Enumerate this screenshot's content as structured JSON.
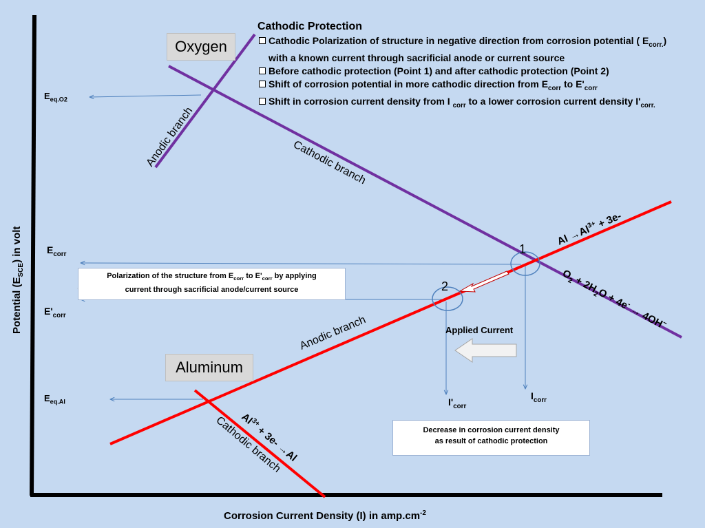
{
  "axes": {
    "x_title": "Corrosion Current Density (I) in amp.cm",
    "x_title_sup": "-2",
    "y_title_pre": "Potential  (E",
    "y_title_sub": "SCE",
    "y_title_post": ") in volt"
  },
  "y_labels": {
    "eq_o2": {
      "main": "E",
      "sub": "eq.O2"
    },
    "ecorr": {
      "main": "E",
      "sub": "corr"
    },
    "ecorr_prime": {
      "main": "E'",
      "sub": "corr"
    },
    "eq_al": {
      "main": "E",
      "sub": "eq.Al"
    }
  },
  "boxes": {
    "oxygen": "Oxygen",
    "aluminum": "Aluminum"
  },
  "panel": {
    "title": "Cathodic Protection",
    "b1_a": "Cathodic Polarization  of structure in negative direction from corrosion potential  ( E",
    "b1_sub": "corr.",
    "b1_b": ")",
    "b1_cont": "with a known current through sacrificial anode or current source",
    "b2": "Before cathodic protection (Point 1) and  after cathodic protection (Point 2)",
    "b3_a": "Shift  of corrosion potential  in more cathodic direction from E",
    "b3_sub1": "corr",
    "b3_b": " to E'",
    "b3_sub2": "corr",
    "b4_a": "Shift in corrosion current density from I ",
    "b4_sub1": "corr",
    "b4_b": " to  a lower corrosion current density  I'",
    "b4_sub2": "corr."
  },
  "branches": {
    "o2_anodic": "Anodic branch",
    "o2_cathodic": "Cathodic branch",
    "al_anodic": "Anodic branch",
    "al_cathodic": "Cathodic branch"
  },
  "reactions": {
    "al_ox_a": "Al →Al",
    "al_ox_sup": "3+",
    "al_ox_b": " + 3e-",
    "o2_a": "O",
    "o2_sub1": "2",
    "o2_b": " + 2H",
    "o2_sub2": "2",
    "o2_c": "O + 4e",
    "o2_sup": "-",
    "o2_d": " → 4OH",
    "o2_sup2": "−",
    "al_red_a": "Al",
    "al_red_sup": "3+",
    "al_red_b": " + 3e- →Al"
  },
  "points": {
    "p1": "1",
    "p2": "2"
  },
  "currents": {
    "icorr": {
      "main": "I",
      "sub": "corr"
    },
    "icorr_prime": {
      "main": "I'",
      "sub": "corr"
    }
  },
  "applied_current": "Applied Current",
  "polarization_note": {
    "line1_a": "Polarization of the structure from E",
    "line1_sub1": "corr",
    "line1_b": " to E'",
    "line1_sub2": "corr",
    "line1_c": "  by applying",
    "line2": "current through sacrificial anode/current source"
  },
  "decrease_note": {
    "line1": "Decrease in corrosion current density",
    "line2": "as result of cathodic  protection"
  },
  "colors": {
    "background": "#c5d9f1",
    "oxygen_line": "#7030a0",
    "aluminum_line": "#ff0000",
    "guide_arrow": "#4f81bd",
    "axis": "#000000"
  }
}
